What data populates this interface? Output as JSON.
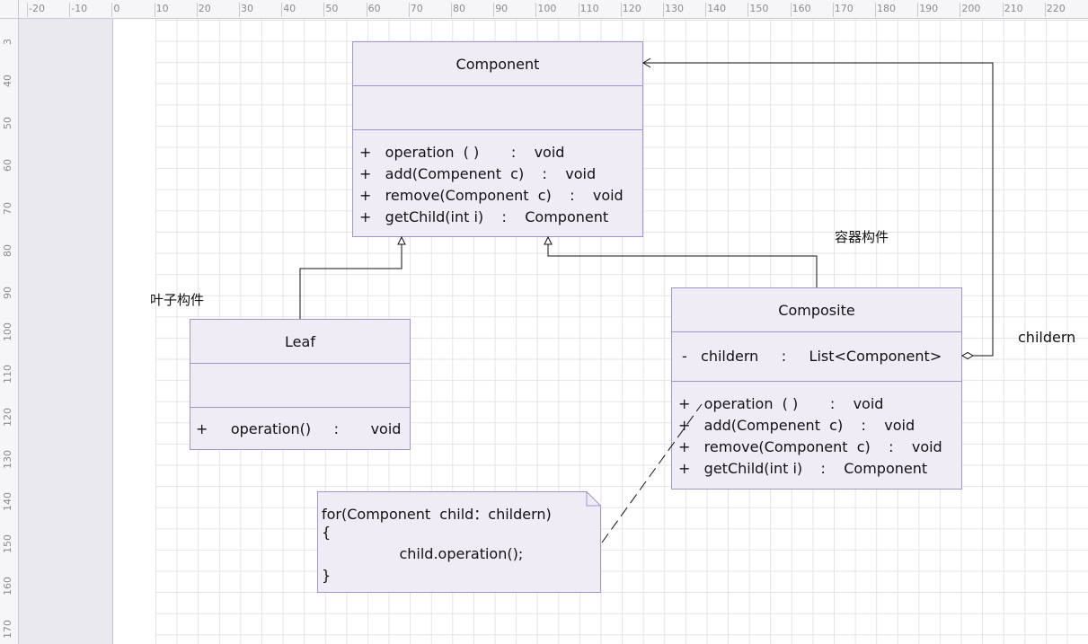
{
  "ruler": {
    "horizontal_ticks": [
      "-20",
      "-10",
      "0",
      "10",
      "20",
      "30",
      "40",
      "50",
      "60",
      "70",
      "80",
      "90",
      "100",
      "110",
      "120",
      "130",
      "140",
      "150",
      "160",
      "170",
      "180",
      "190",
      "200",
      "210",
      "220"
    ],
    "vertical_ticks": [
      "3",
      "40",
      "50",
      "60",
      "70",
      "80",
      "90",
      "100",
      "110",
      "120",
      "130",
      "140",
      "150",
      "160",
      "170"
    ]
  },
  "colors": {
    "box_fill": "#efecf5",
    "box_border": "#a593cc",
    "line": "#111111",
    "offcanvas": "#e9e9ef"
  },
  "component": {
    "title": "Component",
    "methods": [
      "+   operation  ( )       :    void",
      "+   add(Compenent  c)    :    void",
      "+   remove(Component  c)    :    void",
      "+   getChild(int i)    :    Component"
    ]
  },
  "leaf": {
    "title": "Leaf",
    "methods": [
      "+     operation()     :       void"
    ]
  },
  "composite": {
    "title": "Composite",
    "attributes": [
      "-   childern     :     List<Component>"
    ],
    "methods": [
      "+   operation  ( )       :    void",
      "+   add(Compenent  c)    :    void",
      "+   remove(Component  c)    :    void",
      "+   getChild(int i)    :    Component"
    ]
  },
  "note": {
    "lines": [
      "for(Component  child：childern)",
      "{",
      "                 child.operation();",
      "}"
    ]
  },
  "labels": {
    "leaf_label": "叶子构件",
    "composite_label": "容器构件",
    "association_label": "childern"
  }
}
